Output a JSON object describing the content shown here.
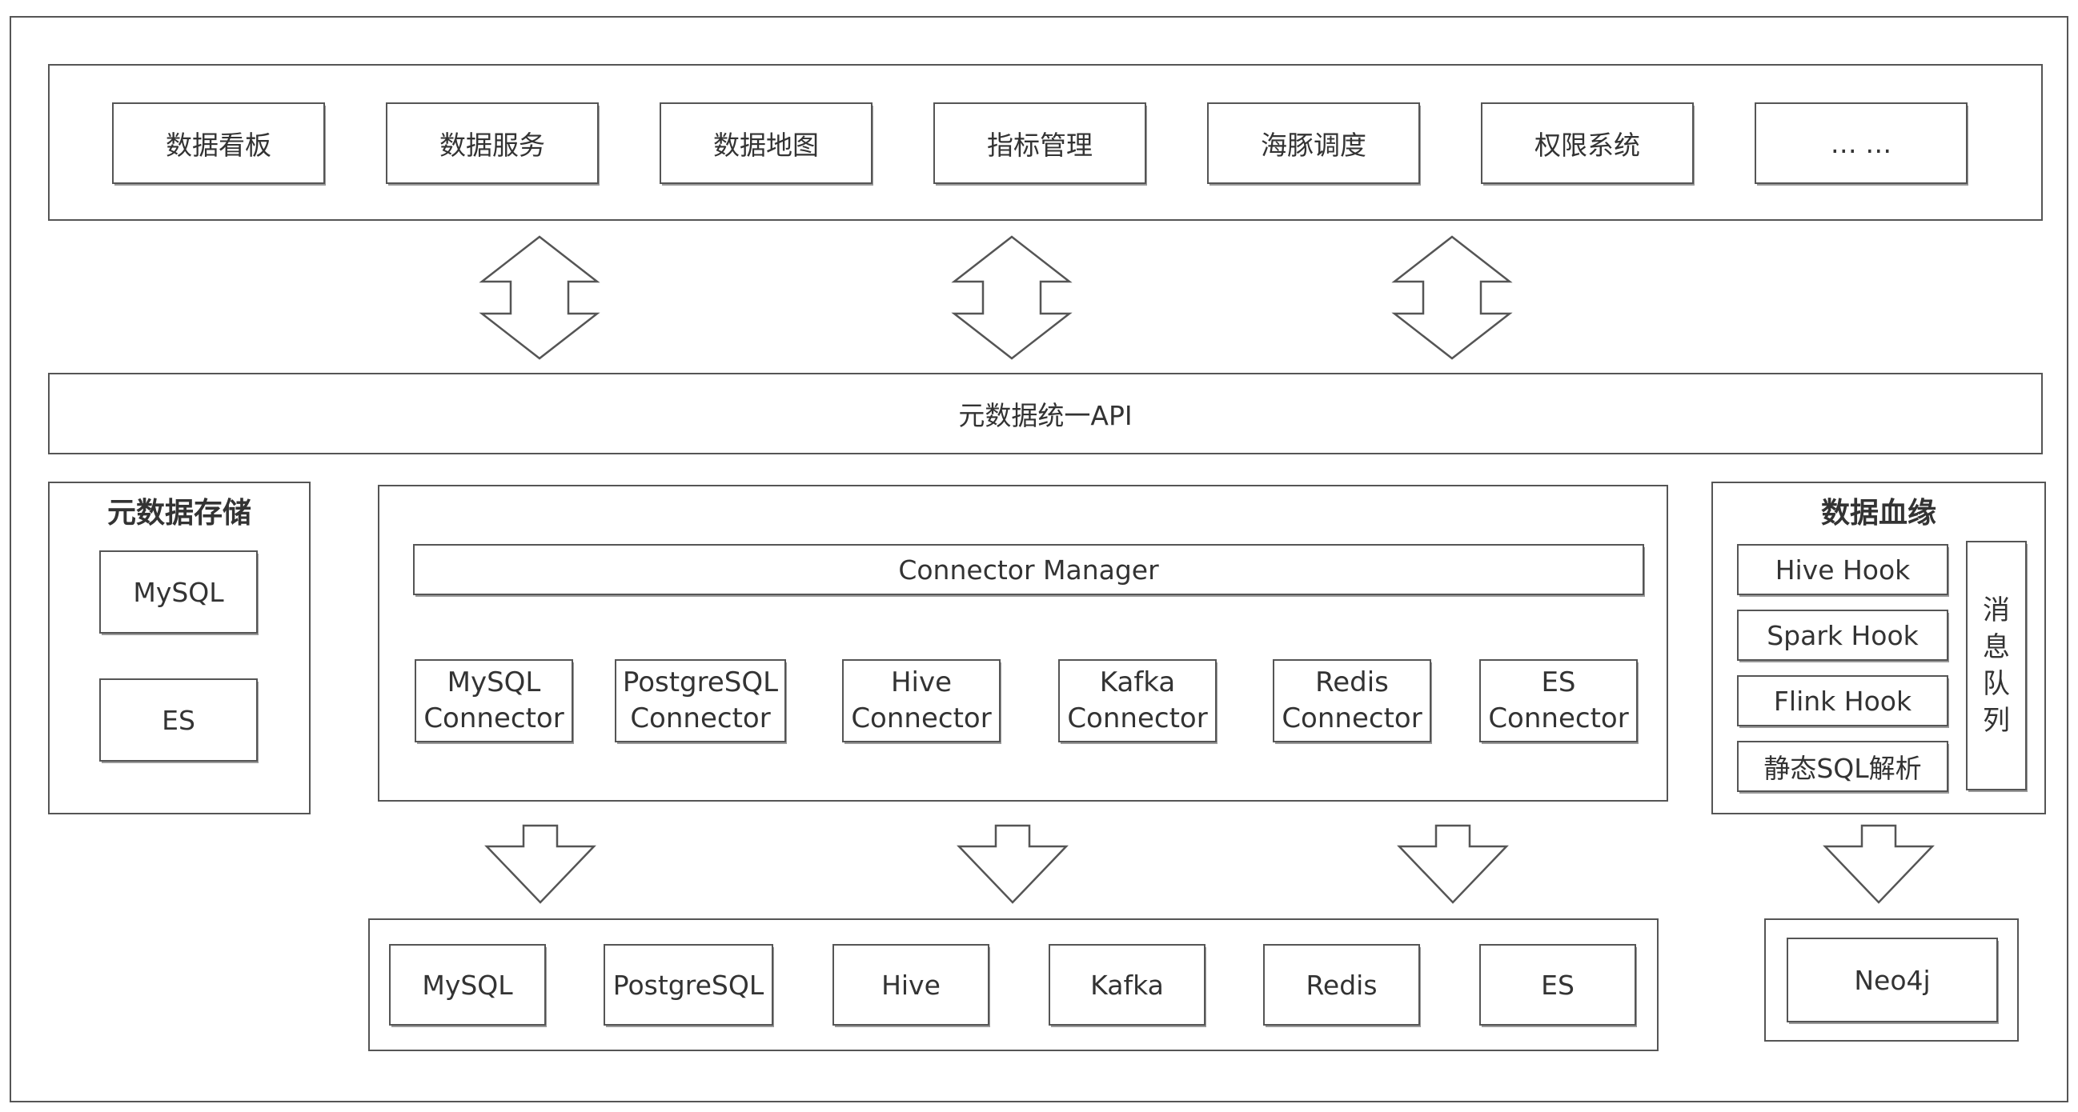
{
  "top_apps": [
    "数据看板",
    "数据服务",
    "数据地图",
    "指标管理",
    "海豚调度",
    "权限系统",
    "… …"
  ],
  "api_bar": "元数据统一API",
  "storage": {
    "title": "元数据存储",
    "items": [
      "MySQL",
      "ES"
    ]
  },
  "connector": {
    "manager": "Connector Manager",
    "items": [
      "MySQL\nConnector",
      "PostgreSQL\nConnector",
      "Hive\nConnector",
      "Kafka\nConnector",
      "Redis\nConnector",
      "ES\nConnector"
    ]
  },
  "sources": [
    "MySQL",
    "PostgreSQL",
    "Hive",
    "Kafka",
    "Redis",
    "ES"
  ],
  "lineage": {
    "title": "数据血缘",
    "hooks": [
      "Hive Hook",
      "Spark Hook",
      "Flink Hook",
      "静态SQL解析"
    ],
    "queue": "消\n息\n队\n列"
  },
  "graph_db": "Neo4j"
}
